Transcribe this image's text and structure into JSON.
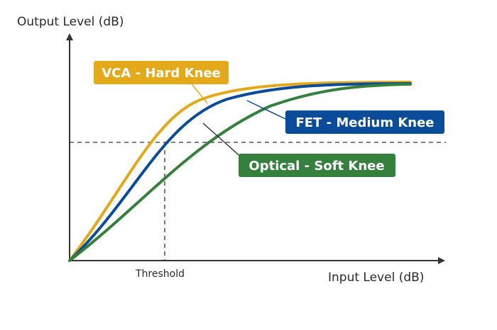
{
  "axes": {
    "y_title": "Output Level (dB)",
    "x_title": "Input Level (dB)",
    "threshold_label": "Threshold",
    "axis_color": "#333333",
    "guide_color": "#333333"
  },
  "curves": [
    {
      "id": "vca",
      "label": "VCA - Hard Knee",
      "color": "#e3a91b",
      "text_color": "#ffffff"
    },
    {
      "id": "fet",
      "label": "FET - Medium Knee",
      "color": "#0b4c9a",
      "text_color": "#ffffff"
    },
    {
      "id": "optical",
      "label": "Optical - Soft Knee",
      "color": "#35803c",
      "text_color": "#ffffff"
    }
  ]
}
